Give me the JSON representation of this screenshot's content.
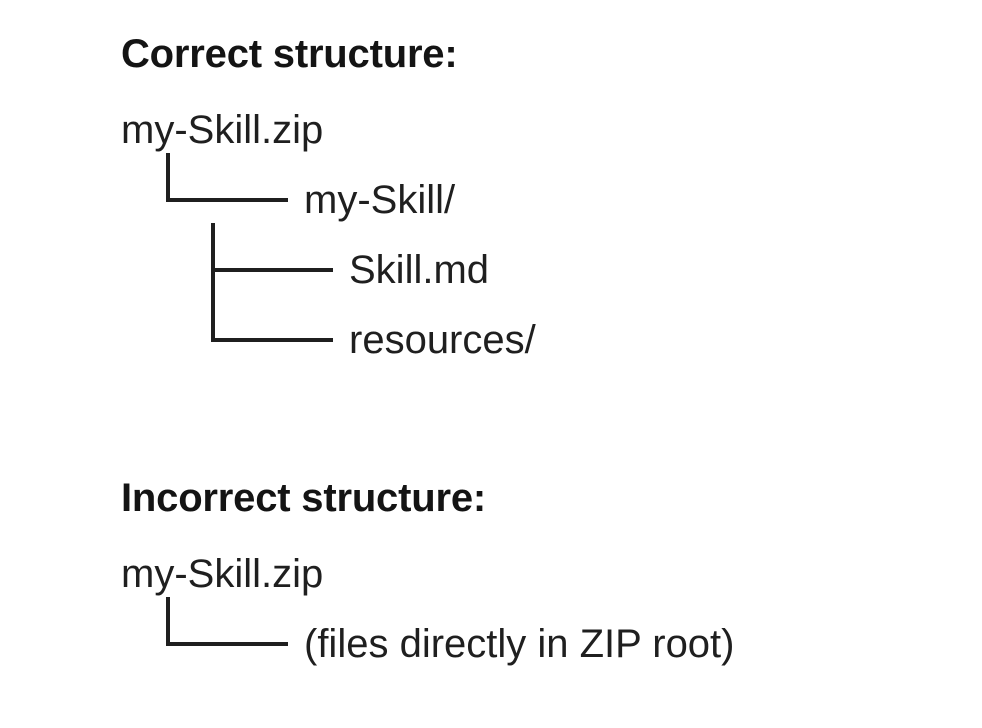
{
  "sections": [
    {
      "heading": "Correct structure:",
      "rows": [
        {
          "depth": 0,
          "connector": "none",
          "label": "my-Skill.zip"
        },
        {
          "depth": 1,
          "connector": "elbow",
          "label": "my-Skill/"
        },
        {
          "depth": 2,
          "connector": "tee",
          "label": "Skill.md"
        },
        {
          "depth": 2,
          "connector": "elbow",
          "label": "resources/"
        }
      ]
    },
    {
      "heading": "Incorrect structure:",
      "rows": [
        {
          "depth": 0,
          "connector": "none",
          "label": "my-Skill.zip"
        },
        {
          "depth": 1,
          "connector": "elbow",
          "label": "(files directly in ZIP root)"
        }
      ]
    }
  ],
  "colors": {
    "background": "#ffffff",
    "heading_text": "#141414",
    "body_text": "#1f1f1f",
    "connector_line": "#1f1f1f"
  }
}
